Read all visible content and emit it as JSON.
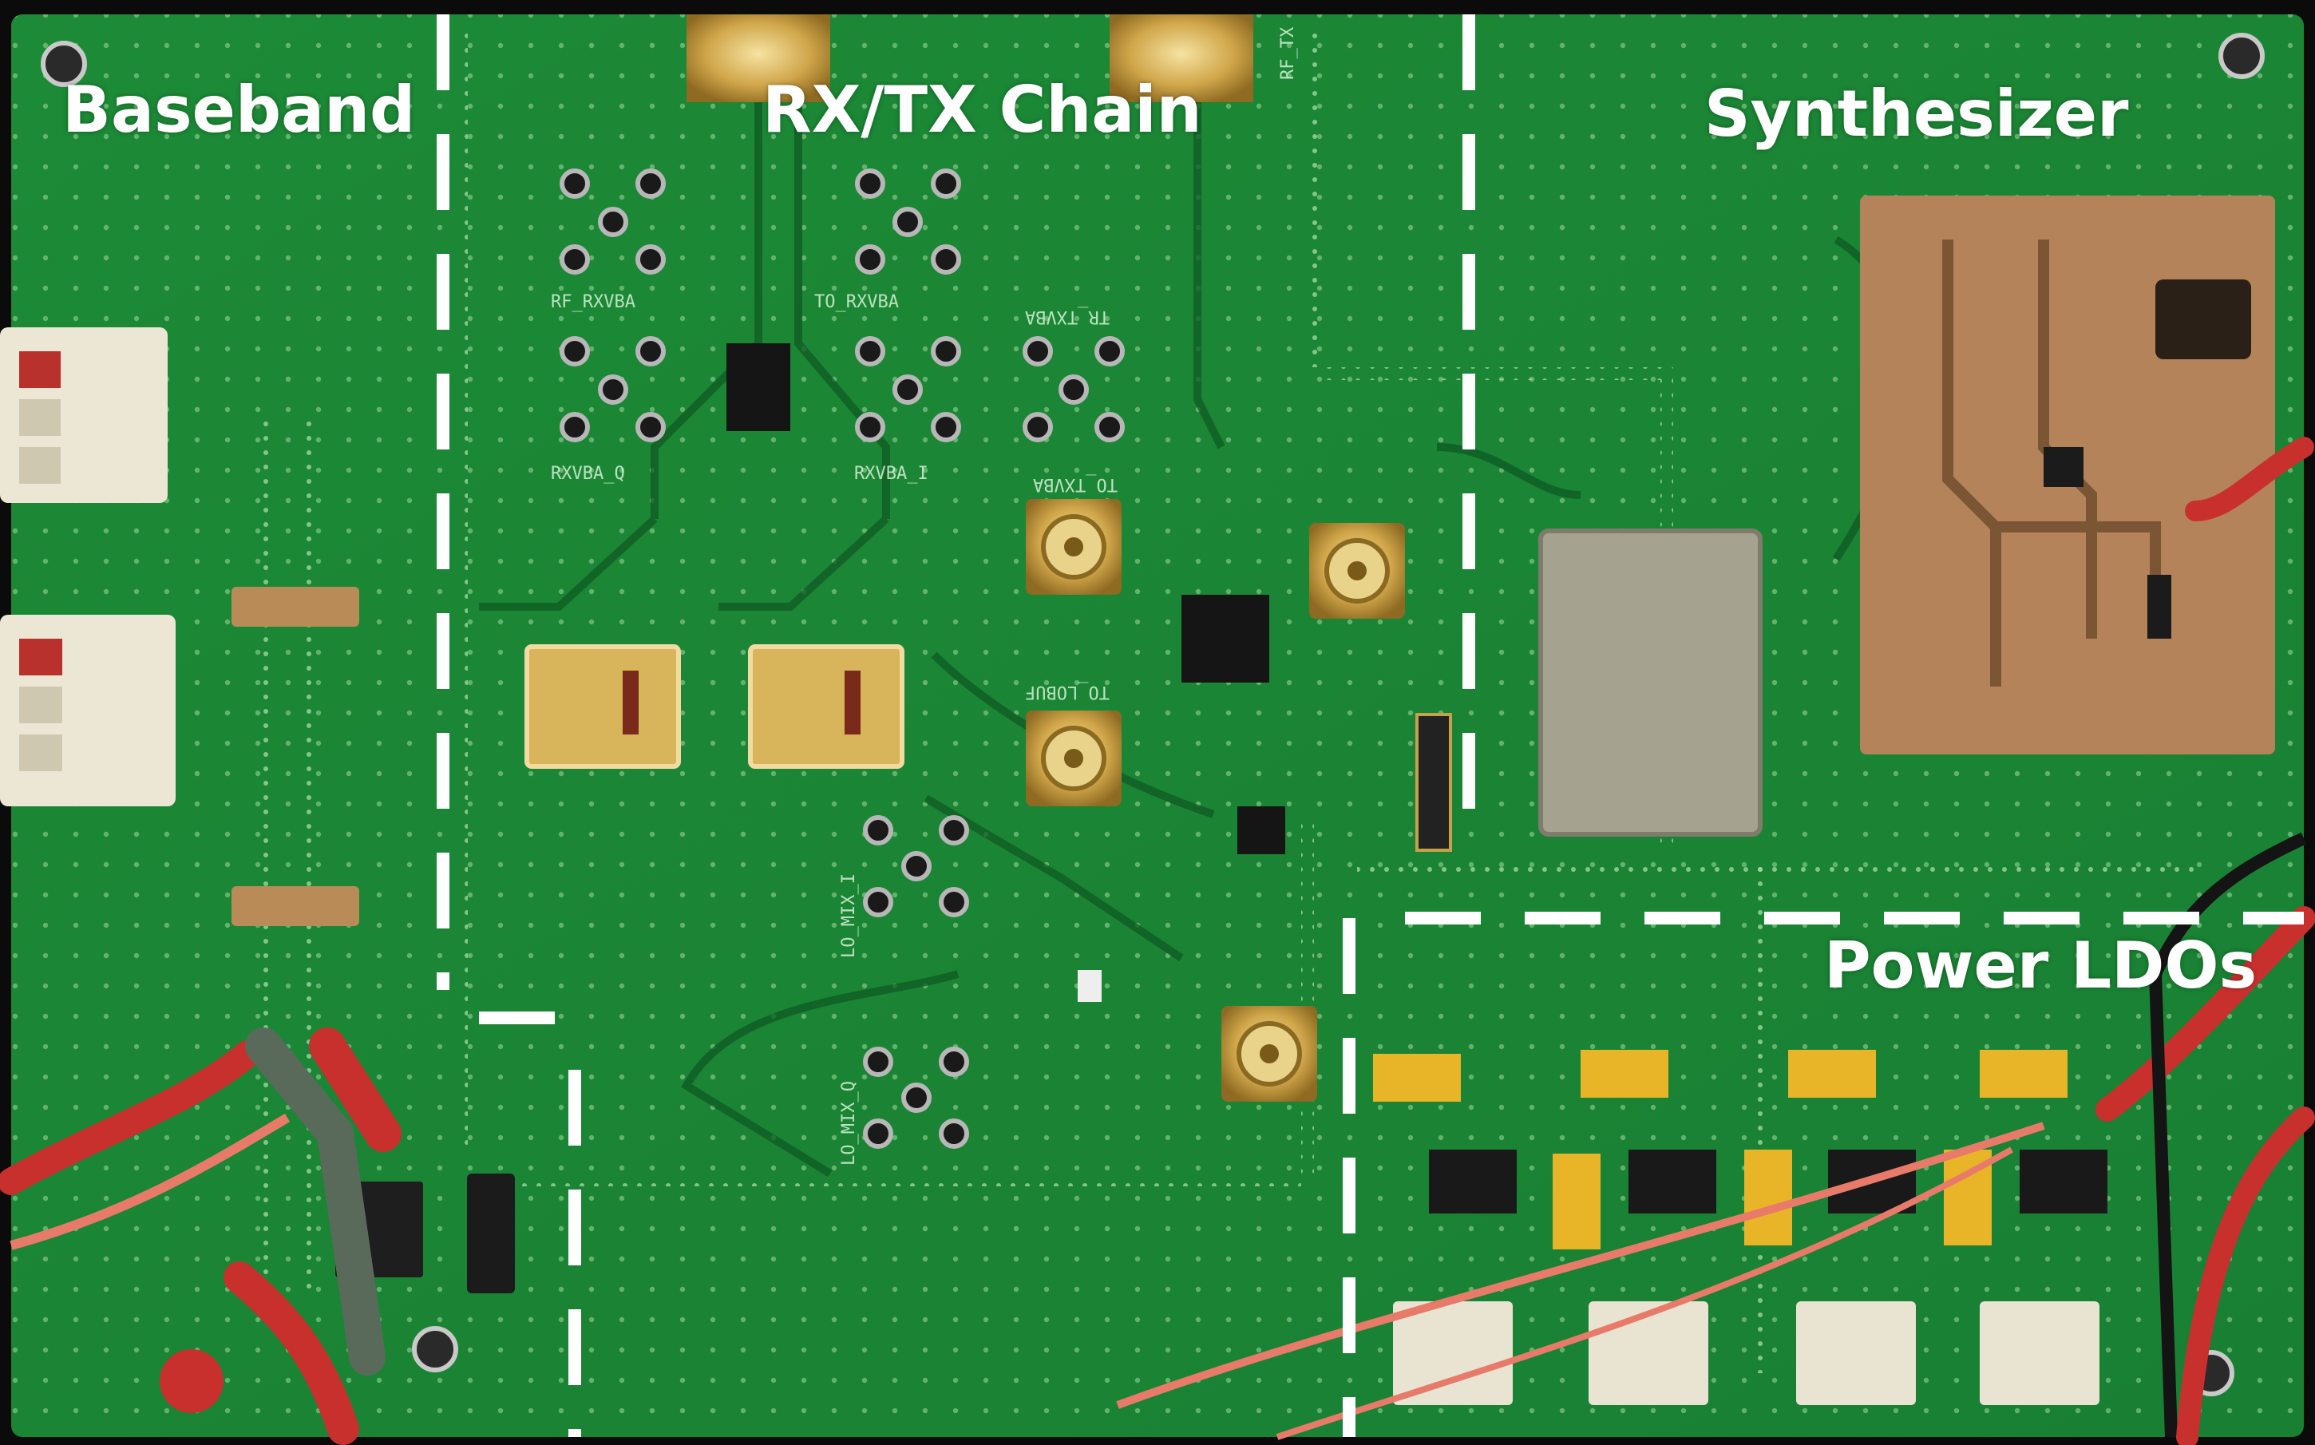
{
  "labels": {
    "baseband": "Baseband",
    "rxtx": "RX/TX Chain",
    "synth": "Synthesizer",
    "power": "Power LDOs"
  },
  "silkscreen": {
    "tx_top_right": "RF_TX",
    "rf_rxvba": "RF_RXVBA",
    "to_rxvba": "TO_RXVBA",
    "tr_txvba": "TR_TXVBA",
    "rxvba_q": "RXVBA_Q",
    "rxvba_i": "RXVBA_I",
    "to_txvba": "TO_TXVBA",
    "to_lo_buf": "TO_LOBUF",
    "lo_mix_i": "LO_MIX_I",
    "lo_mix_q": "LO_MIX_Q"
  },
  "colors": {
    "pcb": "#1f8f3a",
    "pcb_dark": "#156a2a",
    "frame": "#0c0c0c",
    "divider": "#ffffff",
    "gold": "#d8b45a",
    "copper": "#b5835a",
    "chip": "#1a1a1a",
    "tantalum": "#e8b428",
    "connector": "#e9e4d2",
    "probe_red": "#c8302e",
    "wire_pink": "#e87a6a"
  },
  "icons": {
    "sma": "sma-connector-icon",
    "via": "via-icon"
  }
}
